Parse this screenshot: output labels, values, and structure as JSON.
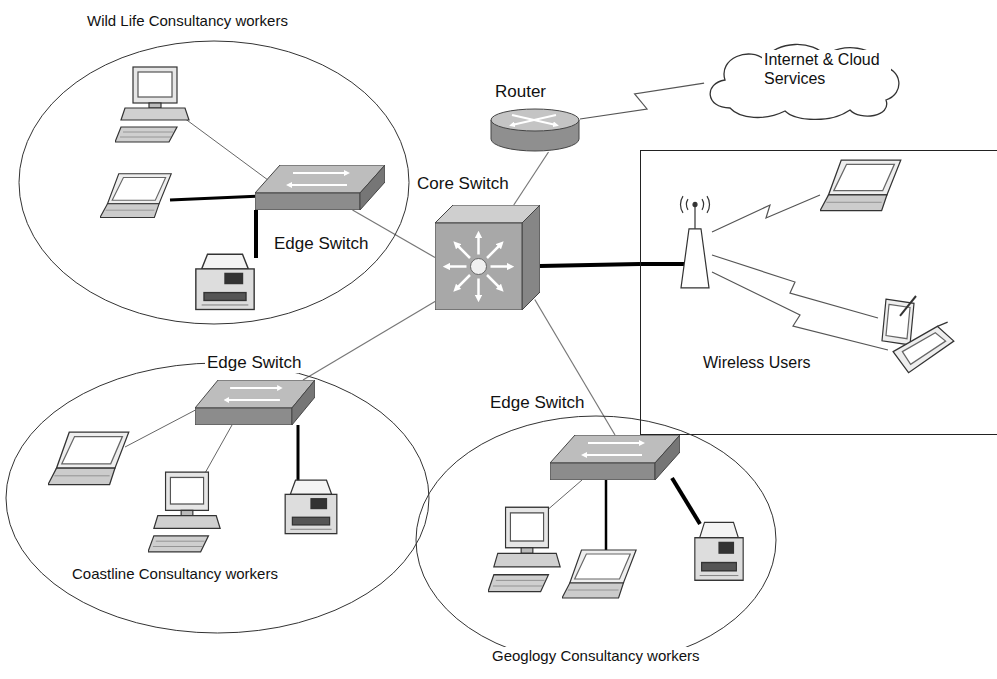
{
  "diagram": {
    "nodes": [
      {
        "text": [
          "Wild Life Consultancy workers"
        ]
      },
      {
        "text": [
          "Edge Switch"
        ],
        "in": 0
      },
      {
        "text": [
          "Router"
        ]
      },
      {
        "text": [
          "Internet & Cloud Services"
        ]
      },
      {
        "text": [
          "Core Switch"
        ]
      },
      {
        "text": [
          "Wireless Users"
        ]
      },
      {
        "text": [
          "Coastline Consultancy workers"
        ]
      },
      {
        "text": [
          "Edge Switch"
        ],
        "in": 6
      },
      {
        "text": [
          "Geoglogy Consultancy workers"
        ]
      },
      {
        "text": [
          "Edge Switch"
        ],
        "in": 8
      }
    ],
    "edges": [
      {
        "from": 4,
        "to": 1,
        "arrow": "none"
      },
      {
        "from": 4,
        "to": 7,
        "arrow": "none"
      },
      {
        "from": 4,
        "to": 9,
        "arrow": "none"
      },
      {
        "from": 4,
        "to": 5,
        "arrow": "none"
      },
      {
        "from": 2,
        "to": 4,
        "arrow": "none"
      },
      {
        "from": 2,
        "to": 3,
        "arrow": "none"
      }
    ]
  }
}
